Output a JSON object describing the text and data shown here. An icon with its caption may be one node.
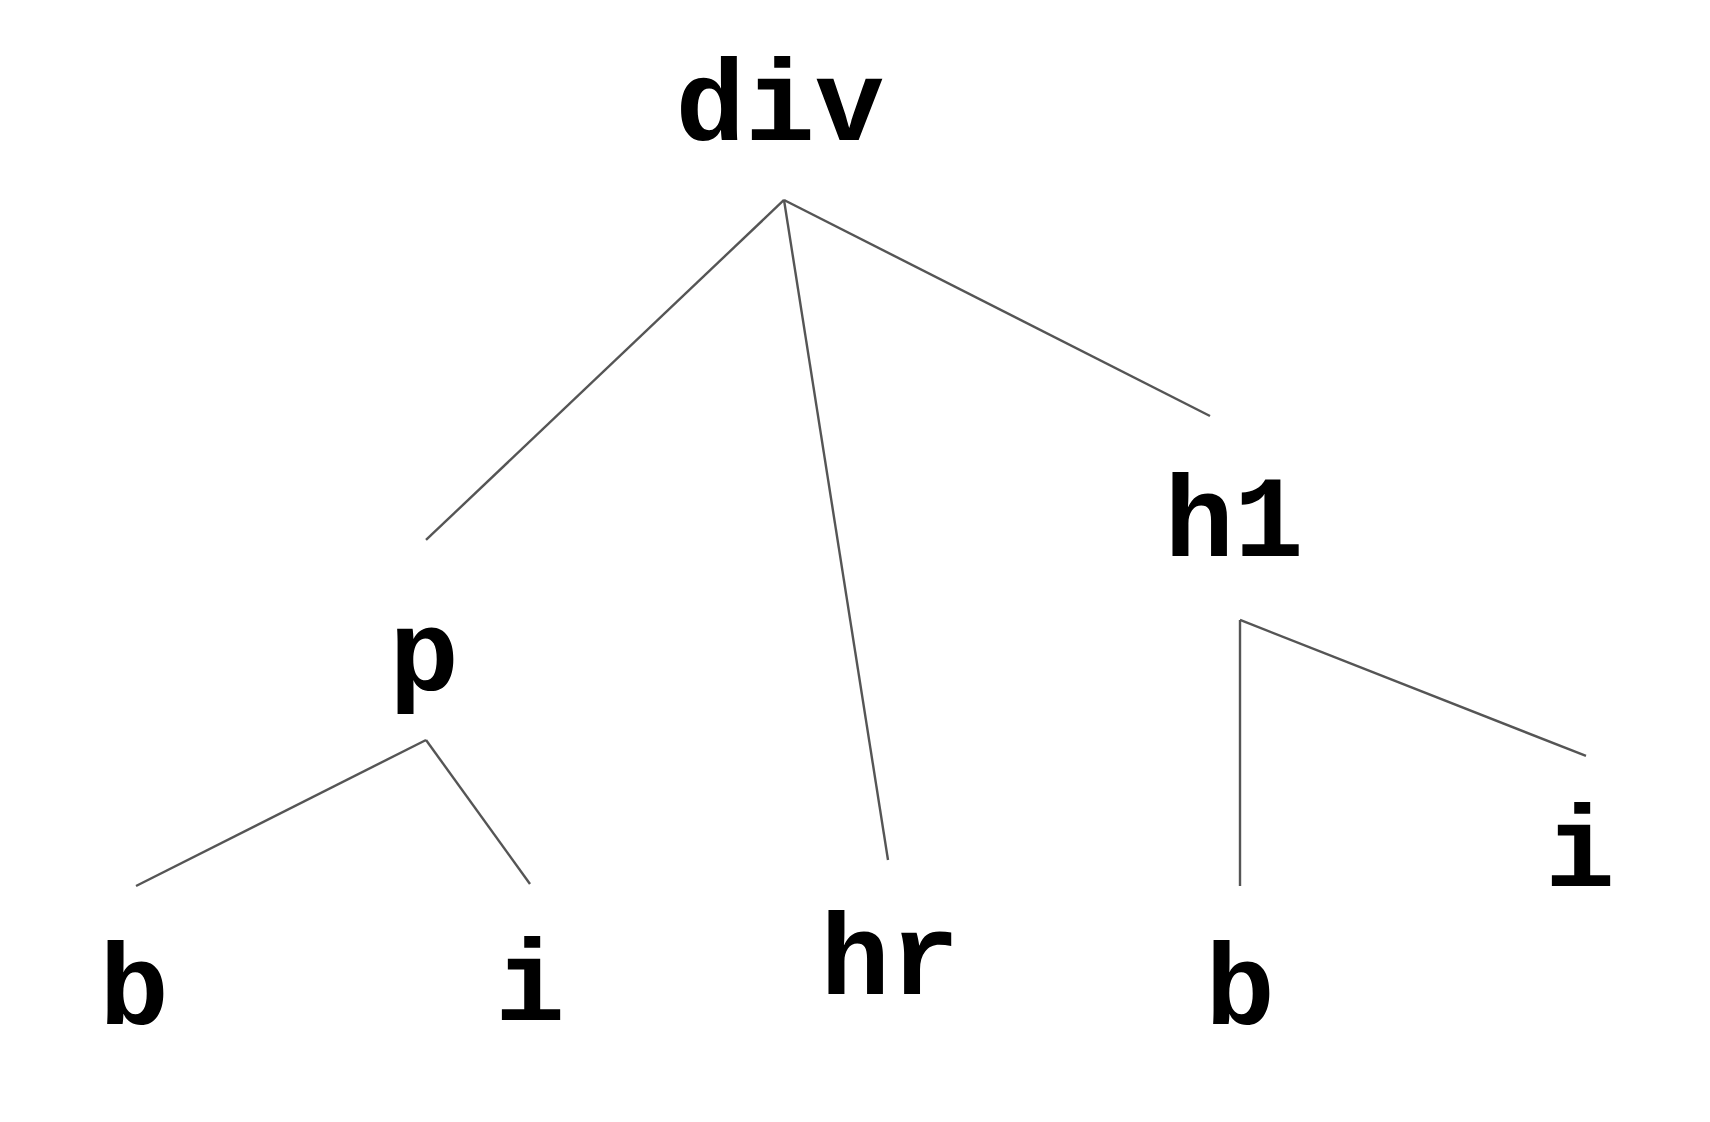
{
  "diagram": {
    "nodes": [
      {
        "text": [
          "div"
        ]
      },
      {
        "text": [
          "p"
        ]
      },
      {
        "text": [
          "hr"
        ]
      },
      {
        "text": [
          "h1"
        ]
      },
      {
        "text": [
          "b"
        ]
      },
      {
        "text": [
          "i"
        ]
      },
      {
        "text": [
          "b"
        ]
      },
      {
        "text": [
          "i"
        ]
      }
    ],
    "edges": [
      {
        "from": 0,
        "to": 1,
        "arrow": "none"
      },
      {
        "from": 0,
        "to": 2,
        "arrow": "none"
      },
      {
        "from": 0,
        "to": 3,
        "arrow": "none"
      },
      {
        "from": 1,
        "to": 4,
        "arrow": "none"
      },
      {
        "from": 1,
        "to": 5,
        "arrow": "none"
      },
      {
        "from": 3,
        "to": 6,
        "arrow": "none"
      },
      {
        "from": 3,
        "to": 7,
        "arrow": "none"
      }
    ]
  }
}
